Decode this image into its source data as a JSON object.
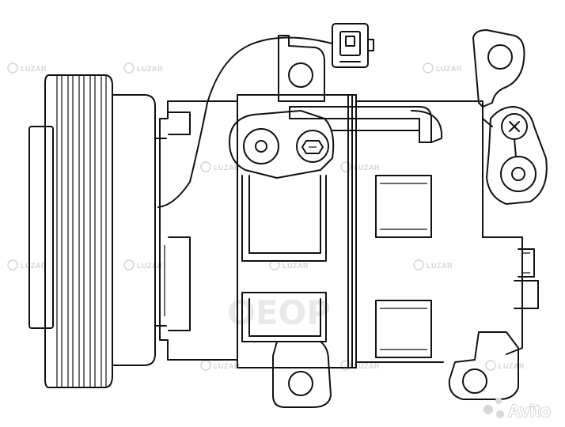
{
  "watermarks": {
    "brand": "LUZAR",
    "big_text": "OEOP",
    "site": "Avito"
  }
}
